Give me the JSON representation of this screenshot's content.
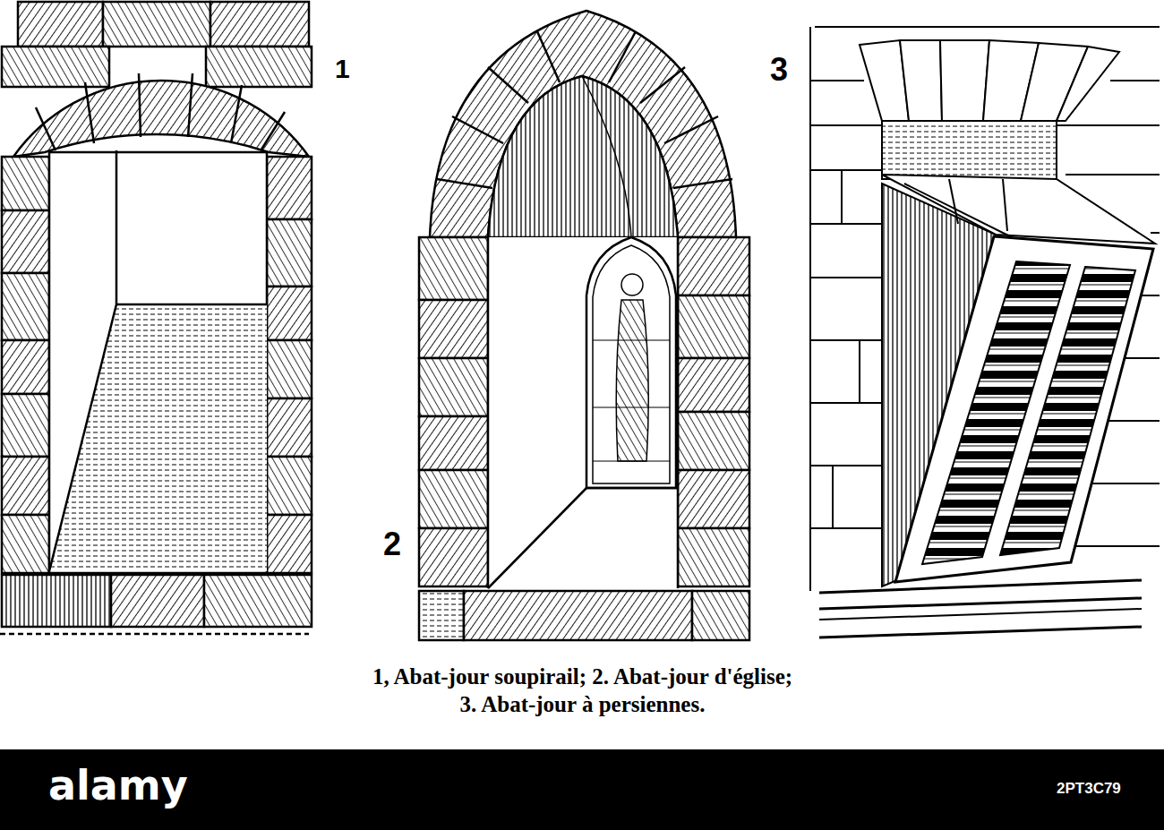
{
  "diagram": {
    "caption": "1, Abat-jour soupirail; 2. Abat-jour d'église; 3. Abat-jour à persiennes.",
    "labels": [
      "1",
      "2",
      "3",
      "alamy",
      "2PT3C79"
    ]
  }
}
